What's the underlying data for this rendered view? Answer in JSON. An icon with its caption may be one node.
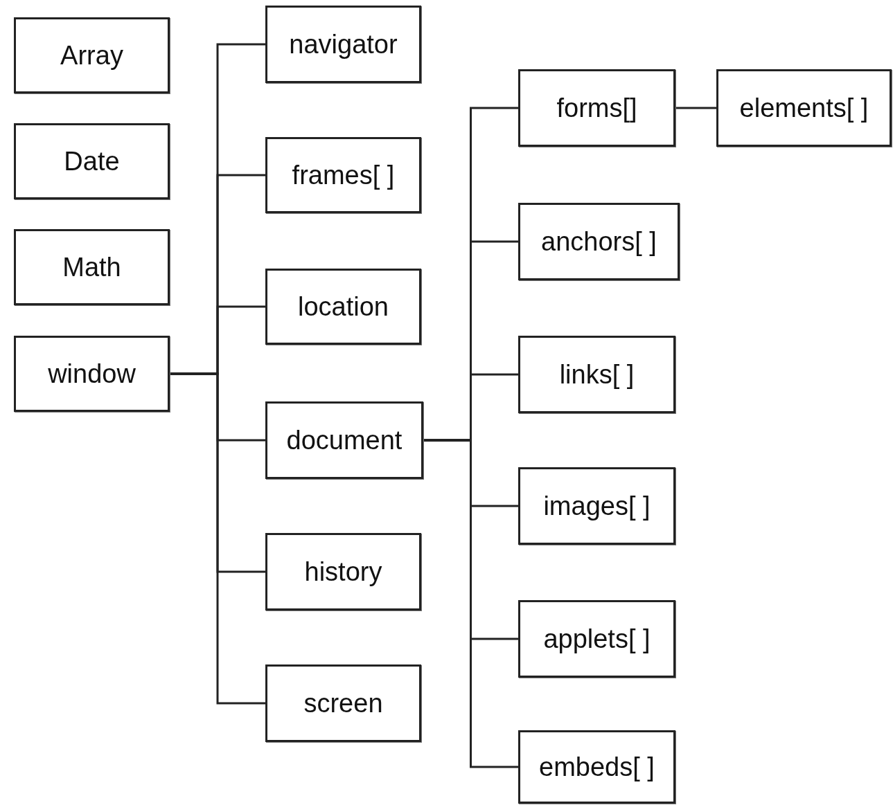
{
  "diagram": {
    "nodes": [
      {
        "text": [
          "Array"
        ]
      },
      {
        "text": [
          "Date"
        ]
      },
      {
        "text": [
          "Math"
        ]
      },
      {
        "text": [
          "window"
        ]
      },
      {
        "text": [
          "navigator"
        ]
      },
      {
        "text": [
          "frames[ ]"
        ]
      },
      {
        "text": [
          "location"
        ]
      },
      {
        "text": [
          "document"
        ]
      },
      {
        "text": [
          "history"
        ]
      },
      {
        "text": [
          "screen"
        ]
      },
      {
        "text": [
          "forms[]"
        ]
      },
      {
        "text": [
          "elements[ ]"
        ]
      },
      {
        "text": [
          "anchors[ ]"
        ]
      },
      {
        "text": [
          "links[ ]"
        ]
      },
      {
        "text": [
          "images[ ]"
        ]
      },
      {
        "text": [
          "applets[ ]"
        ]
      },
      {
        "text": [
          "embeds[ ]"
        ]
      }
    ],
    "edges": [
      {
        "from": 3,
        "to": 4,
        "arrow": "none"
      },
      {
        "from": 3,
        "to": 5,
        "arrow": "none"
      },
      {
        "from": 3,
        "to": 6,
        "arrow": "none"
      },
      {
        "from": 3,
        "to": 7,
        "arrow": "none"
      },
      {
        "from": 3,
        "to": 8,
        "arrow": "none"
      },
      {
        "from": 3,
        "to": 9,
        "arrow": "none"
      },
      {
        "from": 7,
        "to": 10,
        "arrow": "none"
      },
      {
        "from": 7,
        "to": 12,
        "arrow": "none"
      },
      {
        "from": 7,
        "to": 13,
        "arrow": "none"
      },
      {
        "from": 7,
        "to": 14,
        "arrow": "none"
      },
      {
        "from": 7,
        "to": 15,
        "arrow": "none"
      },
      {
        "from": 7,
        "to": 16,
        "arrow": "none"
      },
      {
        "from": 10,
        "to": 11,
        "arrow": "none"
      }
    ]
  }
}
